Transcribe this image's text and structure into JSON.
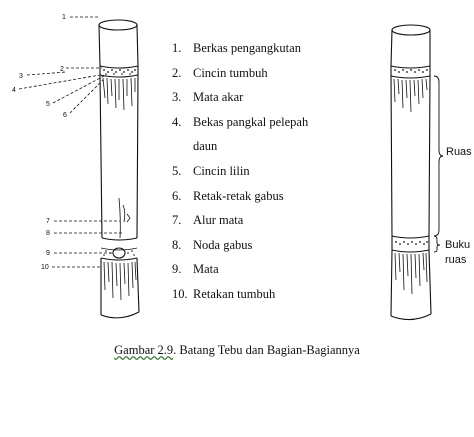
{
  "figure": {
    "left_numbers": [
      "1",
      "2",
      "3",
      "4",
      "5",
      "6",
      "7",
      "8",
      "9",
      "10"
    ],
    "legend": [
      {
        "num": "1.",
        "text": "Berkas pengangkutan"
      },
      {
        "num": "2.",
        "text": "Cincin tumbuh"
      },
      {
        "num": "3.",
        "text": "Mata akar"
      },
      {
        "num": "4.",
        "text": "Bekas  pangkal  pelepah",
        "cont": "daun"
      },
      {
        "num": "5.",
        "text": "Cincin lilin"
      },
      {
        "num": "6.",
        "text": "Retak-retak gabus"
      },
      {
        "num": "7.",
        "text": "Alur mata"
      },
      {
        "num": "8.",
        "text": "Noda gabus"
      },
      {
        "num": "9.",
        "text": "Mata"
      },
      {
        "num": "10.",
        "text": "Retakan tumbuh"
      }
    ],
    "right_labels": {
      "ruas": "Ruas",
      "buku_line1": "Buku",
      "buku_line2": "ruas"
    },
    "caption": {
      "prefix": "Gambar 2.9",
      "rest": ". Batang Tebu dan Bagian-Bagiannya"
    }
  }
}
